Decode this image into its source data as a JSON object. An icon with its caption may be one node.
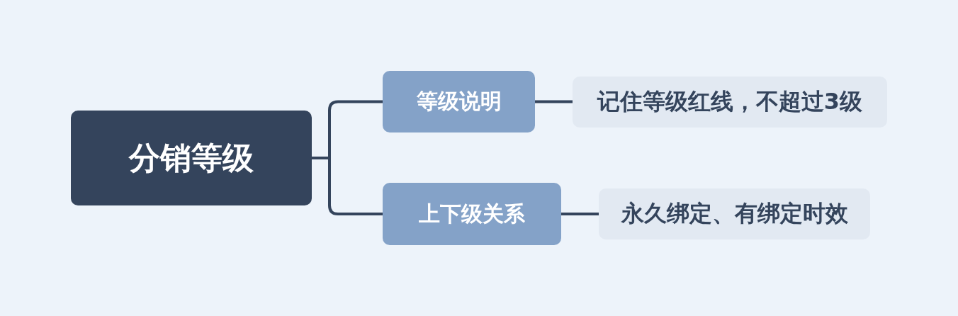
{
  "diagram": {
    "nodes": [
      {
        "text": [
          "分销等级"
        ]
      },
      {
        "text": [
          "等级说明"
        ]
      },
      {
        "text": [
          "记住等级红线，不超过3级"
        ]
      },
      {
        "text": [
          "上下级关系"
        ]
      },
      {
        "text": [
          "永久绑定、有绑定时效"
        ]
      }
    ],
    "edges": [
      {
        "from": 0,
        "to": 1,
        "arrow": "none"
      },
      {
        "from": 0,
        "to": 3,
        "arrow": "none"
      },
      {
        "from": 1,
        "to": 2,
        "arrow": "none"
      },
      {
        "from": 3,
        "to": 4,
        "arrow": "none"
      }
    ]
  }
}
